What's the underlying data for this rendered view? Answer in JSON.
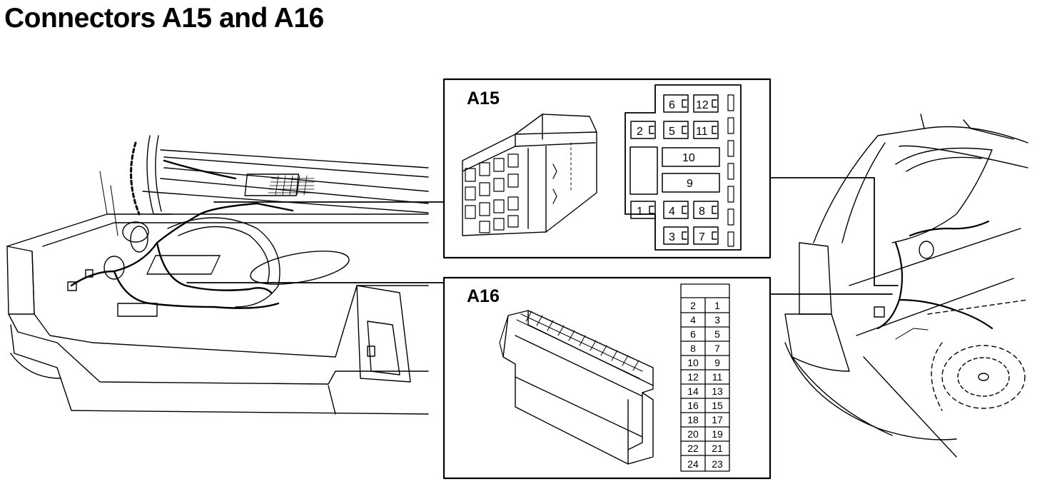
{
  "title": "Connectors A15 and A16",
  "connectors": [
    {
      "label": "A15",
      "pins": [
        "6",
        "12",
        "2",
        "5",
        "11",
        "10",
        "9",
        "1",
        "4",
        "8",
        "3",
        "7"
      ]
    },
    {
      "label": "A16",
      "pin_rows": [
        [
          "2",
          "1"
        ],
        [
          "4",
          "3"
        ],
        [
          "6",
          "5"
        ],
        [
          "8",
          "7"
        ],
        [
          "10",
          "9"
        ],
        [
          "12",
          "11"
        ],
        [
          "14",
          "13"
        ],
        [
          "16",
          "15"
        ],
        [
          "18",
          "17"
        ],
        [
          "20",
          "19"
        ],
        [
          "22",
          "21"
        ],
        [
          "24",
          "23"
        ]
      ]
    }
  ]
}
